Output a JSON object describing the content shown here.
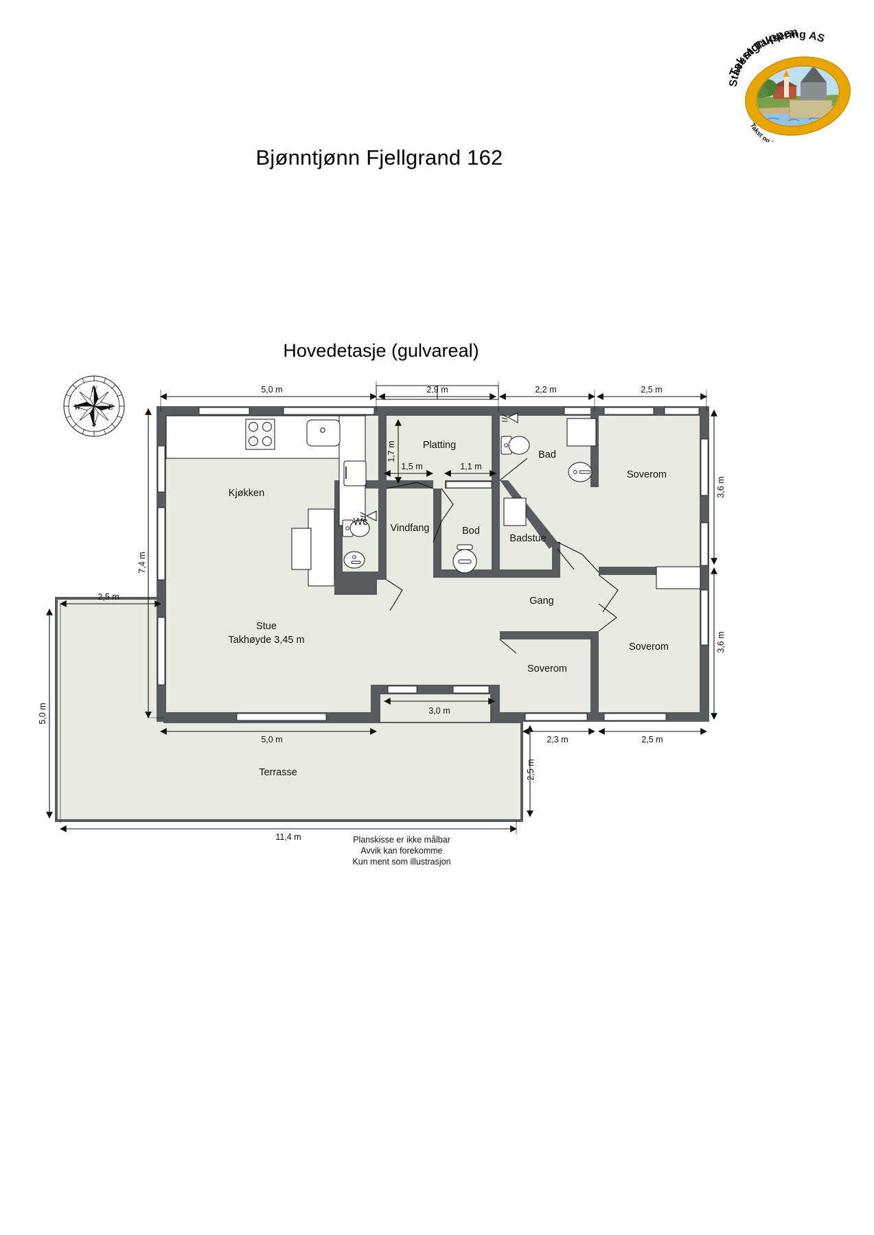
{
  "document": {
    "title": "Bjønntjønn Fjellgrand 162",
    "plan_title": "Hovedetasje (gulvareal)"
  },
  "logo": {
    "top_arc_text": "Takstgruppen",
    "main_arc_text": "Stavern Taksering AS",
    "bottom_arc_text": "Takst og ingeniørtjenester",
    "ring_color": "#E8A700",
    "ring_inner_color": "#F0B31C"
  },
  "compass": {
    "north": "N",
    "east": "E",
    "south": "S",
    "west": "W"
  },
  "rooms": [
    {
      "id": "kjokken",
      "label": "Kjøkken"
    },
    {
      "id": "platting",
      "label": "Platting"
    },
    {
      "id": "bad",
      "label": "Bad"
    },
    {
      "id": "soverom1",
      "label": "Soverom"
    },
    {
      "id": "wc",
      "label": "Wc"
    },
    {
      "id": "vindfang",
      "label": "Vindfang"
    },
    {
      "id": "bod",
      "label": "Bod"
    },
    {
      "id": "badstue",
      "label": "Badstue"
    },
    {
      "id": "gang",
      "label": "Gang"
    },
    {
      "id": "stue",
      "label": "Stue"
    },
    {
      "id": "stue_h",
      "label": "Takhøyde 3,45 m"
    },
    {
      "id": "soverom2",
      "label": "Soverom"
    },
    {
      "id": "soverom3",
      "label": "Soverom"
    },
    {
      "id": "terrasse",
      "label": "Terrasse"
    }
  ],
  "dimensions": {
    "top_kjokken": "5,0 m",
    "top_platting": "2,9 m",
    "top_bad": "2,2 m",
    "top_soverom": "2,5 m",
    "left_height": "7,4 m",
    "platting_height": "1,7 m",
    "vindfang_width": "1,5 m",
    "bod_width": "1,1 m",
    "terrasse_offset": "2,5 m",
    "terrasse_height": "5,0 m",
    "right_upper": "3,6 m",
    "right_lower": "3,6 m",
    "bottom_stue": "5,0 m",
    "bottom_mid": "3,0 m",
    "bottom_soverom2": "2,3 m",
    "bottom_soverom3": "2,5 m",
    "soverom2_depth": "2,5 m",
    "terrasse_width": "11,4 m"
  },
  "footer": {
    "line1": "Planskisse er ikke målbar",
    "line2": "Avvik kan forekomme",
    "line3": "Kun ment som illustrasjon"
  },
  "colors": {
    "wall": "#575b5e",
    "floor": "#e9ebe3",
    "white": "#ffffff",
    "line": "#111111"
  }
}
